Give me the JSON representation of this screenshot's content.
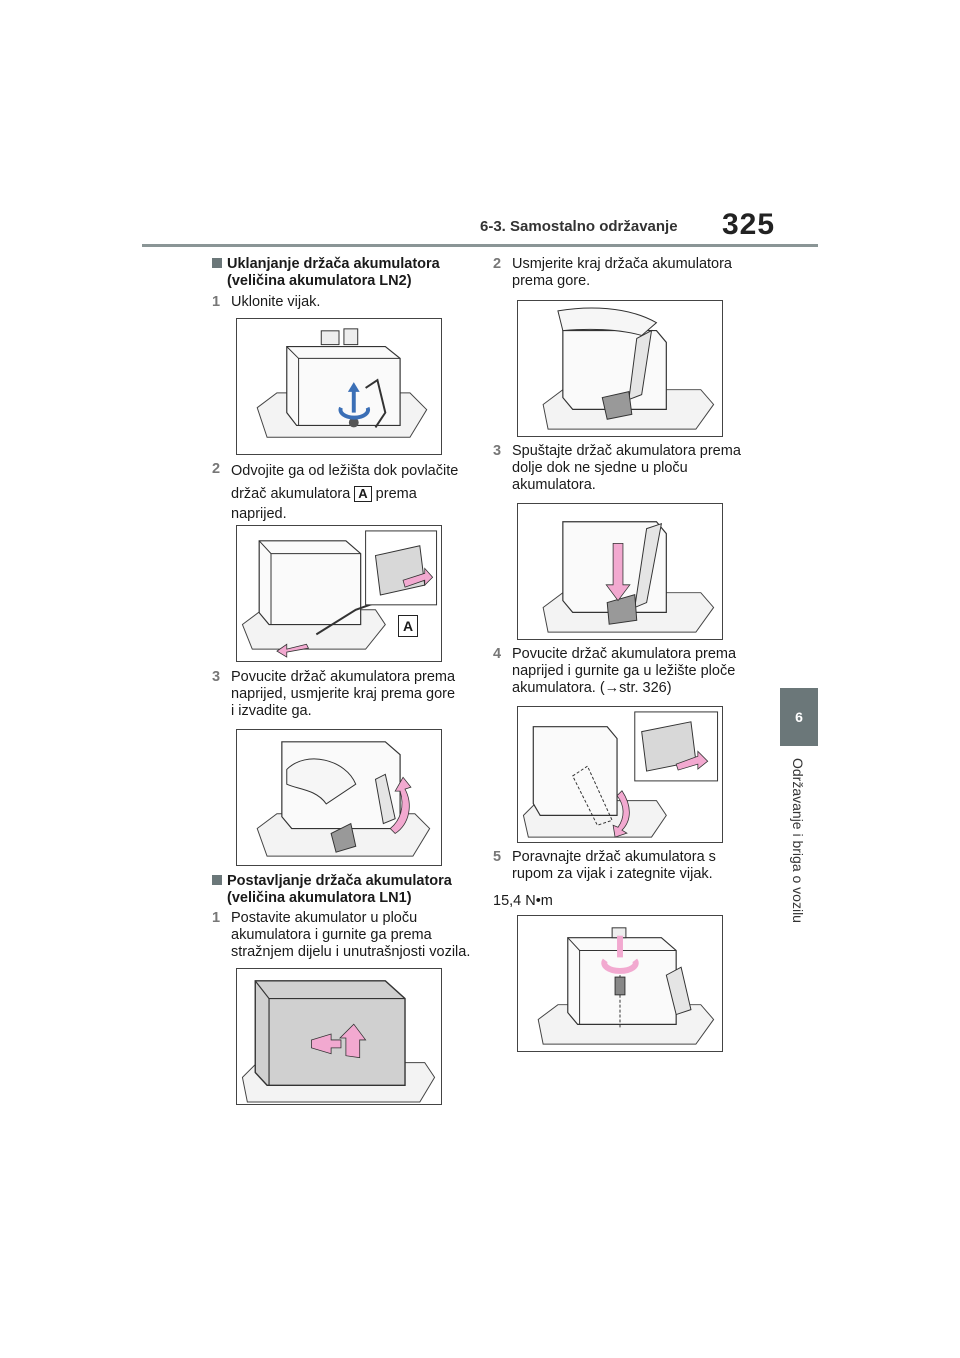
{
  "header": {
    "section": "6-3. Samostalno održavanje",
    "page_number": "325"
  },
  "side_tab": {
    "chapter_number": "6",
    "chapter_title": "Održavanje i briga o vozilu"
  },
  "left_column": {
    "section1": {
      "heading_line1": "Uklanjanje držača akumulatora",
      "heading_line2": "(veličina akumulatora LN2)",
      "step1": {
        "num": "1",
        "text": "Uklonite vijak."
      },
      "step2": {
        "num": "2",
        "text_a": "Odvojite ga od ležišta dok povlačite",
        "text_b": "držač akumulatora",
        "label": "A",
        "text_c": "prema",
        "text_d": "naprijed."
      },
      "step3": {
        "num": "3",
        "text": "Povucite držač akumulatora prema naprijed, usmjerite kraj prema gore i izvadite ga."
      }
    },
    "figure2_label": "A",
    "section2": {
      "heading_line1": "Postavljanje držača akumulatora",
      "heading_line2": "(veličina akumulatora LN1)",
      "step1": {
        "num": "1",
        "text": "Postavite akumulator u ploču akumulatora i gurnite ga prema stražnjem dijelu i unutrašnjosti vozila."
      }
    }
  },
  "right_column": {
    "step2": {
      "num": "2",
      "text": "Usmjerite kraj držača akumulatora prema gore."
    },
    "step3": {
      "num": "3",
      "text": "Spuštajte držač akumulatora prema dolje dok ne sjedne u ploču akumulatora."
    },
    "step4": {
      "num": "4",
      "text": "Povucite držač akumulatora prema naprijed i gurnite ga u ležište ploče akumulatora. (→str. 326)"
    },
    "step5": {
      "num": "5",
      "text": "Poravnajte držač akumulatora s rupom za vijak i zategnite vijak."
    },
    "torque": "15,4 N•m"
  },
  "colors": {
    "arrow_pink": "#f2a9d0",
    "tab_gray": "#6b7779",
    "rule_gray": "#8a9596"
  }
}
